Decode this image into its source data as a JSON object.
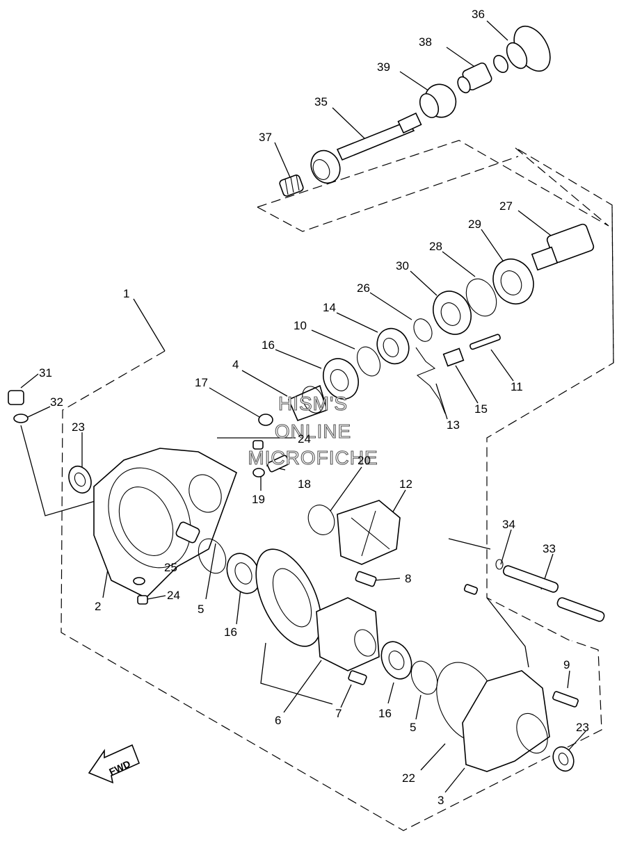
{
  "callouts": [
    {
      "id": "c36",
      "label": "36"
    },
    {
      "id": "c38",
      "label": "38"
    },
    {
      "id": "c39",
      "label": "39"
    },
    {
      "id": "c35",
      "label": "35"
    },
    {
      "id": "c37",
      "label": "37"
    },
    {
      "id": "c27",
      "label": "27"
    },
    {
      "id": "c29",
      "label": "29"
    },
    {
      "id": "c28",
      "label": "28"
    },
    {
      "id": "c30",
      "label": "30"
    },
    {
      "id": "c26",
      "label": "26"
    },
    {
      "id": "c14",
      "label": "14"
    },
    {
      "id": "c10",
      "label": "10"
    },
    {
      "id": "c16a",
      "label": "16"
    },
    {
      "id": "c4",
      "label": "4"
    },
    {
      "id": "c17",
      "label": "17"
    },
    {
      "id": "c1",
      "label": "1"
    },
    {
      "id": "c31",
      "label": "31"
    },
    {
      "id": "c32",
      "label": "32"
    },
    {
      "id": "c23a",
      "label": "23"
    },
    {
      "id": "c24a",
      "label": "24"
    },
    {
      "id": "c20",
      "label": "20"
    },
    {
      "id": "c18",
      "label": "18"
    },
    {
      "id": "c19",
      "label": "19"
    },
    {
      "id": "c12",
      "label": "12"
    },
    {
      "id": "c11",
      "label": "11"
    },
    {
      "id": "c15",
      "label": "15"
    },
    {
      "id": "c13",
      "label": "13"
    },
    {
      "id": "c34",
      "label": "34"
    },
    {
      "id": "c33",
      "label": "33"
    },
    {
      "id": "c8",
      "label": "8"
    },
    {
      "id": "c25",
      "label": "25"
    },
    {
      "id": "c24b",
      "label": "24"
    },
    {
      "id": "c2",
      "label": "2"
    },
    {
      "id": "c5a",
      "label": "5"
    },
    {
      "id": "c16b",
      "label": "16"
    },
    {
      "id": "c9",
      "label": "9"
    },
    {
      "id": "c23b",
      "label": "23"
    },
    {
      "id": "c6",
      "label": "6"
    },
    {
      "id": "c7",
      "label": "7"
    },
    {
      "id": "c16c",
      "label": "16"
    },
    {
      "id": "c5b",
      "label": "5"
    },
    {
      "id": "c22",
      "label": "22"
    },
    {
      "id": "c3",
      "label": "3"
    }
  ],
  "watermark": {
    "line1": "HISM'S",
    "line2": "ONLINE",
    "line3": "MICROFICHE"
  },
  "fwd_badge": {
    "label": "FWD"
  }
}
